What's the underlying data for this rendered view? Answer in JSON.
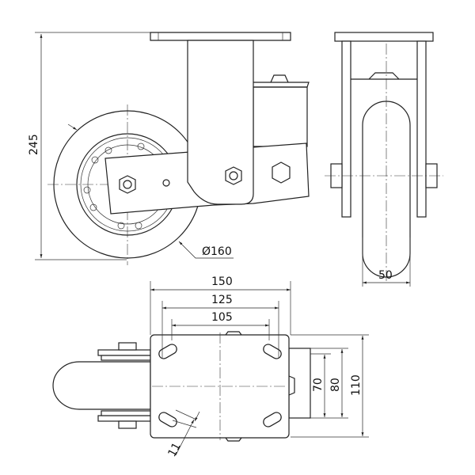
{
  "drawing": {
    "dimensions": {
      "height": "245",
      "wheel_diameter": "Ø160",
      "wheel_width": "50",
      "plate_length": "150",
      "hole_spacing_outer": "125",
      "hole_spacing_inner": "105",
      "plate_width": "110",
      "hole_spacing_width_outer": "80",
      "hole_spacing_width_inner": "70",
      "slot_width": "11"
    },
    "line_color": "#222222"
  }
}
